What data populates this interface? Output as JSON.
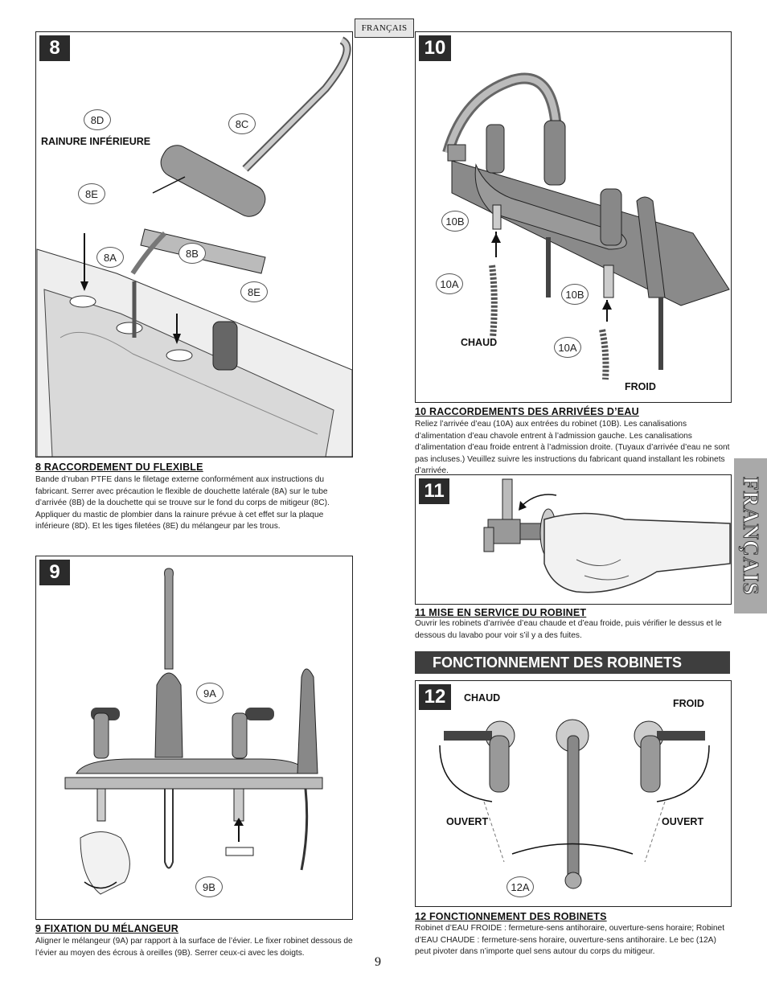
{
  "header": {
    "language_tag": "FRANÇAIS",
    "side_tab": "FRANÇAIS"
  },
  "page_number": "9",
  "step8": {
    "number": "8",
    "callouts": {
      "a": "8A",
      "b": "8B",
      "c": "8C",
      "d": "8D",
      "e1": "8E",
      "e2": "8E"
    },
    "label_groove": "RAINURE INFÉRIEURE",
    "title": "8  RACCORDEMENT DU FLEXIBLE",
    "body": "Bande d’ruban PTFE dans le filetage externe conformément aux instructions du fabricant. Serrer avec précaution le flexible de douchette latérale (8A) sur le tube d’arrivée (8B) de la douchette qui se trouve sur le fond du corps de mitigeur (8C).  Appliquer du mastic de plombier dans la rainure prévue à cet effet sur la plaque inférieure (8D). Et les tiges filetées (8E) du mélangeur par les trous."
  },
  "step9": {
    "number": "9",
    "callouts": {
      "a": "9A",
      "b": "9B"
    },
    "title": "9  FIXATION DU MÉLANGEUR",
    "body": "Aligner le mélangeur (9A) par rapport à la surface de l’évier. Le fixer robinet dessous de l’évier au moyen des écrous à oreilles (9B). Serrer ceux-ci avec les doigts."
  },
  "step10": {
    "number": "10",
    "callouts": {
      "b1": "10B",
      "a1": "10A",
      "b2": "10B",
      "a2": "10A"
    },
    "label_hot": "CHAUD",
    "label_cold": "FROID",
    "title": "10  RACCORDEMENTS DES ARRIVÉES D’EAU",
    "body": "Reliez l’arrivée d’eau (10A) aux entrées du robinet (10B). Les canalisations d’alimentation d’eau chavole entrent à l’admission gauche. Les canalisations d’alimentation d’eau froide entrent à l’admission droite. (Tuyaux d’arrivée d’eau ne sont pas incluses.) Veuillez suivre les instructions du fabricant quand installant les robinets d’arrivée."
  },
  "step11": {
    "number": "11",
    "title": "11  MISE EN SERVICE DU ROBINET",
    "body": "Ouvrir les robinets d’arrivée d’eau chaude et d’eau froide, puis vérifier le dessus et le dessous du lavabo pour voir s’il y a des fuites."
  },
  "operation_banner": "FONCTIONNEMENT DES ROBINETS",
  "step12": {
    "number": "12",
    "label_hot": "CHAUD",
    "label_cold": "FROID",
    "label_open_left": "OUVERT",
    "label_open_right": "OUVERT",
    "callout": "12A",
    "title": "12  FONCTIONNEMENT DES ROBINETS",
    "body": "Robinet d’EAU FROIDE : fermeture-sens antihoraire, ouverture-sens horaire; Robinet d’EAU CHAUDE : fermeture-sens horaire, ouverture-sens antihoraire. Le bec (12A) peut pivoter dans n’importe quel sens autour du corps du mitigeur."
  }
}
